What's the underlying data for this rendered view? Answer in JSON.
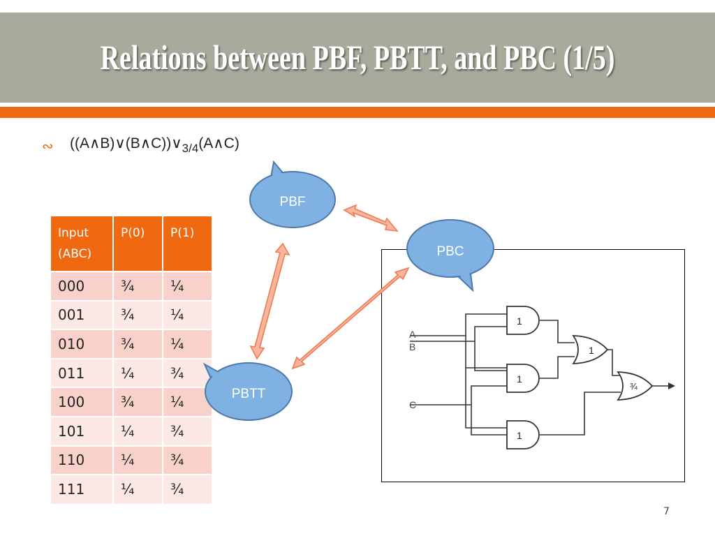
{
  "slide": {
    "title": "Relations between PBF, PBTT, and PBC (1/5)",
    "page_number": "7",
    "colors": {
      "title_bar": "#a8ab9c",
      "accent": "#f0680f",
      "bubble_fill": "#7fb2e3",
      "bubble_stroke": "#4f79a8"
    }
  },
  "bullet": {
    "icon": "ornament-bullet-icon",
    "glyph": "∾",
    "formula_main": "((A∧B)∨(B∧C))∨",
    "formula_sub": "3/4",
    "formula_tail": "(A∧C)"
  },
  "table": {
    "headers": [
      "Input (ABC)",
      "P(0)",
      "P(1)"
    ],
    "rows": [
      [
        "000",
        "¾",
        "¼"
      ],
      [
        "001",
        "¾",
        "¼"
      ],
      [
        "010",
        "¾",
        "¼"
      ],
      [
        "011",
        "¼",
        "¾"
      ],
      [
        "100",
        "¾",
        "¼"
      ],
      [
        "101",
        "¼",
        "¾"
      ],
      [
        "110",
        "¼",
        "¾"
      ],
      [
        "111",
        "¼",
        "¾"
      ]
    ]
  },
  "bubbles": {
    "pbf": "PBF",
    "pbc": "PBC",
    "pbtt": "PBTT"
  },
  "circuit": {
    "inputs": [
      "A",
      "B",
      "C"
    ],
    "and_gates": [
      "1",
      "1",
      "1"
    ],
    "or_gate": "1",
    "output_gate": "¾"
  }
}
